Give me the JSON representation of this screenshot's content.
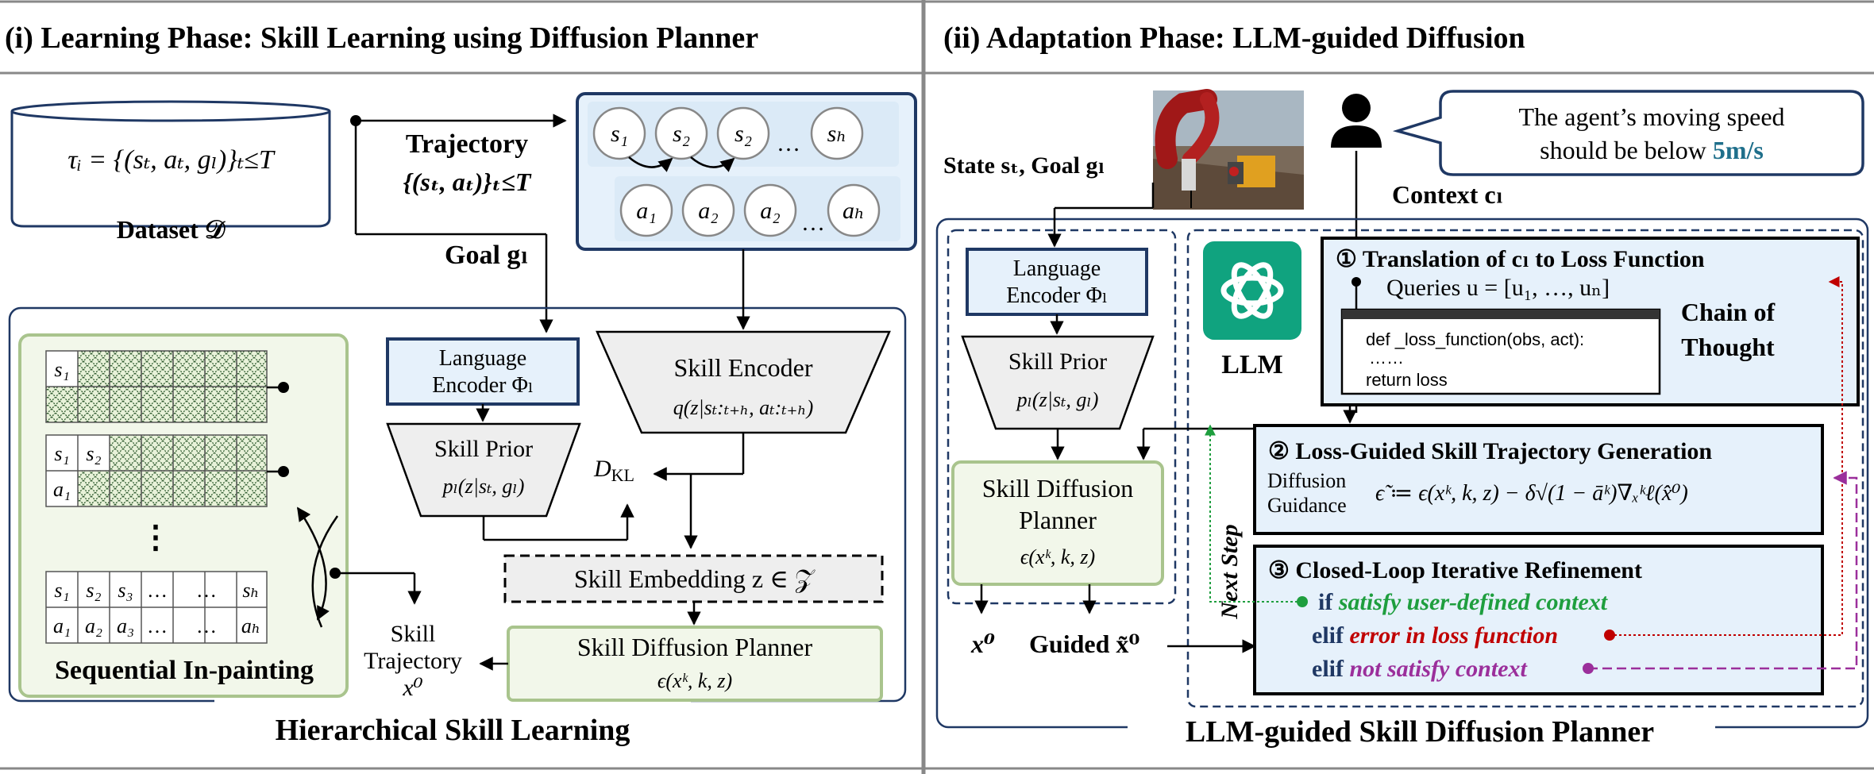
{
  "left_header": "(i) Learning Phase: Skill Learning using Diffusion Planner",
  "right_header": "(ii) Adaptation Phase: LLM-guided Diffusion",
  "left": {
    "dataset_formula": "τᵢ = {(sₜ, aₜ, gₗ)}ₜ≤T",
    "dataset_label": "Dataset 𝒟",
    "trajectory_label": "Trajectory",
    "trajectory_formula": "{(sₜ, aₜ)}ₜ≤T",
    "goal_label": "Goal gₗ",
    "traj_states": [
      "s₁",
      "s₂",
      "s₂",
      "…",
      "sₕ"
    ],
    "traj_actions": [
      "a₁",
      "a₂",
      "a₂",
      "…",
      "aₕ"
    ],
    "language_encoder": [
      "Language",
      "Encoder Φₗ"
    ],
    "skill_prior": [
      "Skill Prior",
      "pₗ(z|sₜ, gₗ)"
    ],
    "skill_encoder": [
      "Skill Encoder",
      "q(z|sₜ:ₜ₊ₕ, aₜ:ₜ₊ₕ)"
    ],
    "dkl": "D_KL",
    "skill_embedding": "Skill Embedding z ∈ 𝒵",
    "skill_diffusion_planner": [
      "Skill Diffusion Planner",
      "ϵ(xᵏ, k, z)"
    ],
    "skill_trajectory": [
      "Skill",
      "Trajectory",
      "x⁰"
    ],
    "inpaint_label": "Sequential In-painting",
    "inpaint_row1": [
      "s₁"
    ],
    "inpaint_row2": [
      "s₁",
      "s₂",
      "a₁"
    ],
    "inpaint_dots": "⋮",
    "inpaint_row3_s": [
      "s₁",
      "s₂",
      "s₃",
      "…",
      "…",
      "sₕ"
    ],
    "inpaint_row3_a": [
      "a₁",
      "a₂",
      "a₃",
      "…",
      "…",
      "aₕ"
    ],
    "footer": "Hierarchical Skill Learning"
  },
  "right": {
    "state_goal": "State sₜ, Goal gₗ",
    "speech": [
      "The agent’s moving speed",
      "should be below "
    ],
    "speech_value": "5m/s",
    "context": "Context cₗ",
    "language_encoder": [
      "Language",
      "Encoder Φₗ"
    ],
    "skill_prior": [
      "Skill Prior",
      "pₗ(z|sₜ, gₗ)"
    ],
    "skill_diffusion_planner": [
      "Skill Diffusion",
      "Planner",
      "ϵ(xᵏ, k, z)"
    ],
    "x0": "x⁰",
    "guided": "Guided x̃⁰",
    "llm": "LLM",
    "step1_title": "① Translation of cₗ to Loss Function",
    "queries": "Queries u = [u₁, …, uₙ]",
    "code": [
      "def _loss_function(obs, act):",
      "……",
      "return loss"
    ],
    "chain_of_thought": [
      "Chain of",
      "Thought"
    ],
    "step2_title": "② Loss-Guided Skill Trajectory Generation",
    "diffusion_guidance": [
      "Diffusion",
      "Guidance"
    ],
    "guidance_formula": "ϵ̃ ≔ ϵ(xᵏ, k, z) − δ√(1 − āᵏ)∇ₓᵏℓ(x̂⁰)",
    "next_step": "Next Step",
    "step3_title": "③ Closed-Loop Iterative Refinement",
    "refine": [
      {
        "kw": "if ",
        "text": "satisfy user-defined context",
        "color": "#1e9e3e"
      },
      {
        "kw": "elif ",
        "text": "error in loss function",
        "color": "#c00000"
      },
      {
        "kw": "elif ",
        "text": "not satisfy context",
        "color": "#9b2f9b"
      }
    ],
    "footer": "LLM-guided Skill Diffusion Planner"
  },
  "colors": {
    "navy": "#1f3864",
    "light_blue": "#dbeaf7",
    "blue_fill": "#e6f1fb",
    "light_green": "#f2f7ea",
    "green_border": "#a9c48d",
    "gray_fill": "#eeeeee",
    "teal": "#1f6f8b",
    "chatgpt_green": "#10a37f"
  },
  "icons": [
    "database-icon",
    "robot-scene-image",
    "user-icon",
    "chatgpt-logo-icon"
  ]
}
